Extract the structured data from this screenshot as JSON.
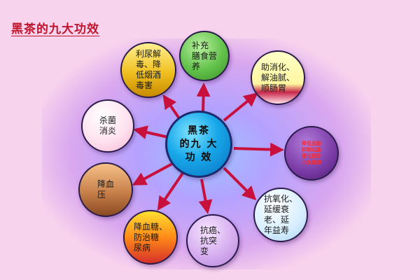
{
  "title": "黑茶的九大功效",
  "center": {
    "label": "黑茶\n的九 大\n功  效"
  },
  "nodes": {
    "top": "补充\n膳食营\n养",
    "top_left": "利尿解\n毒、降\n低烟酒\n毒害",
    "top_right": "助消化、\n解油腻、\n顺肠胃",
    "left": "杀菌\n消炎",
    "right": "降低血脂\n抑制动脉\n硬化预防\n心血管病",
    "bottom_left": "降血\n压",
    "bottom_right": "抗氧化、\n延缓衰\n老、延\n年益寿",
    "bottom_center": "抗癌、\n抗突\n变",
    "bottom_center_left": "降血糖、\n防治糖\n尿病"
  },
  "colors": {
    "title": "#c0152c",
    "arrow": "#c8103c"
  }
}
